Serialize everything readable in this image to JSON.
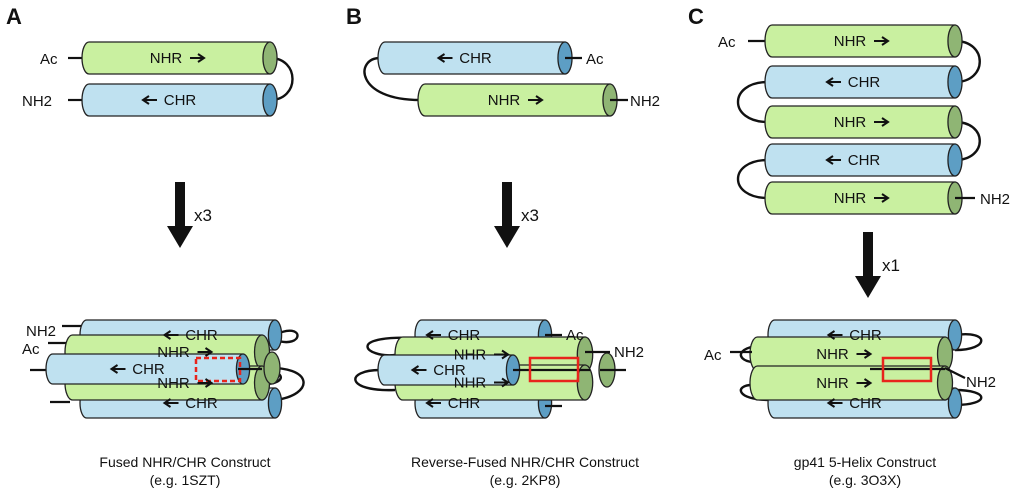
{
  "colors": {
    "nhr_body": "#c9f0a0",
    "nhr_cap": "#8fb574",
    "chr_body": "#bfe1f0",
    "chr_cap": "#5d9ec4",
    "highlight": "#e8241c"
  },
  "labels": {
    "nhr": "NHR",
    "chr": "CHR",
    "ac": "Ac",
    "nh2": "NH2"
  },
  "panels": [
    {
      "letter": "A",
      "multiplier": "x3",
      "caption": "Fused NHR/CHR Construct",
      "example": "(e.g. 1SZT)"
    },
    {
      "letter": "B",
      "multiplier": "x3",
      "caption": "Reverse-Fused NHR/CHR Construct",
      "example": "(e.g. 2KP8)"
    },
    {
      "letter": "C",
      "multiplier": "x1",
      "caption": "gp41 5-Helix Construct",
      "example": "(e.g. 3O3X)"
    }
  ]
}
